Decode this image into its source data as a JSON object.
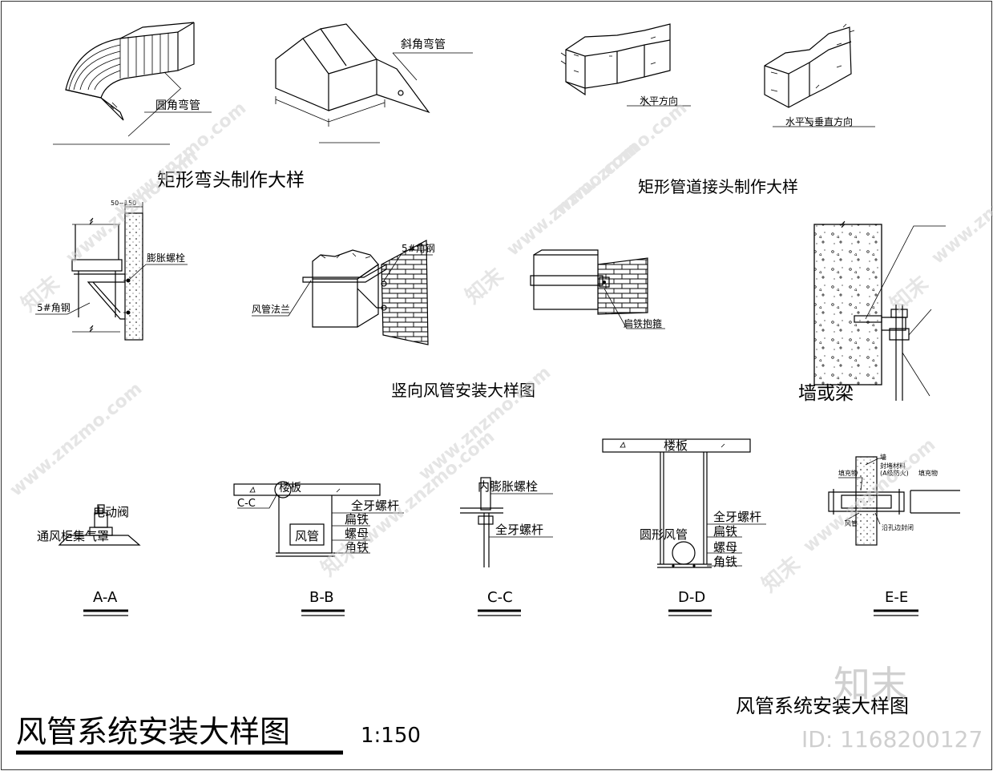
{
  "sheet_title": "风管系统安装大样图",
  "sheet_scale": "1:150",
  "bottom_caption": "风管系统安装大样图",
  "watermark": {
    "brand": "知末",
    "url": "www.znzmo.com",
    "id_text": "ID: 1168200127"
  },
  "elbow_group": {
    "title": "矩形弯头制作大样",
    "labels": {
      "round_elbow": "圆角弯管",
      "bevel_elbow": "斜角弯管"
    }
  },
  "joint_group": {
    "title": "矩形管道接头制作大样",
    "labels": {
      "horizontal": "水平方向",
      "horiz_vert": "水平与垂直方向"
    }
  },
  "vertical_group": {
    "title": "竖向风管安装大样图",
    "labels": {
      "dim": "50~150",
      "expansion_bolt": "膨胀螺栓",
      "angle5_a": "5#角钢",
      "angle5_b": "5#角钢",
      "flange": "风管法兰",
      "flat_iron_hoop": "扁铁抱箍"
    }
  },
  "wall_detail": {
    "title": "墙或梁"
  },
  "sections": {
    "aa": {
      "label": "A-A",
      "items": {
        "motor_valve": "电动阀",
        "hood": "通风柜集气罩"
      }
    },
    "bb": {
      "label": "B-B",
      "items": {
        "floor": "楼板",
        "cc_ref": "C-C",
        "rod": "全牙螺杆",
        "flat": "扁铁",
        "duct": "风管",
        "nut": "螺母",
        "angle": "角铁"
      }
    },
    "cc": {
      "label": "C-C",
      "items": {
        "bolt": "内膨胀螺栓",
        "rod": "全牙螺杆"
      }
    },
    "dd": {
      "label": "D-D",
      "items": {
        "floor": "楼板",
        "round_duct": "圆形风管",
        "rod": "全牙螺杆",
        "flat": "扁铁",
        "nut": "螺母",
        "angle": "角铁"
      }
    },
    "ee": {
      "label": "E-E",
      "items": {
        "wall": "墙",
        "seal": "封堵材料",
        "fire": "(A级防火)",
        "fill_r": "填充物",
        "fill_l": "填充物",
        "duct": "风管",
        "edge": "沿孔边封闭"
      }
    }
  }
}
